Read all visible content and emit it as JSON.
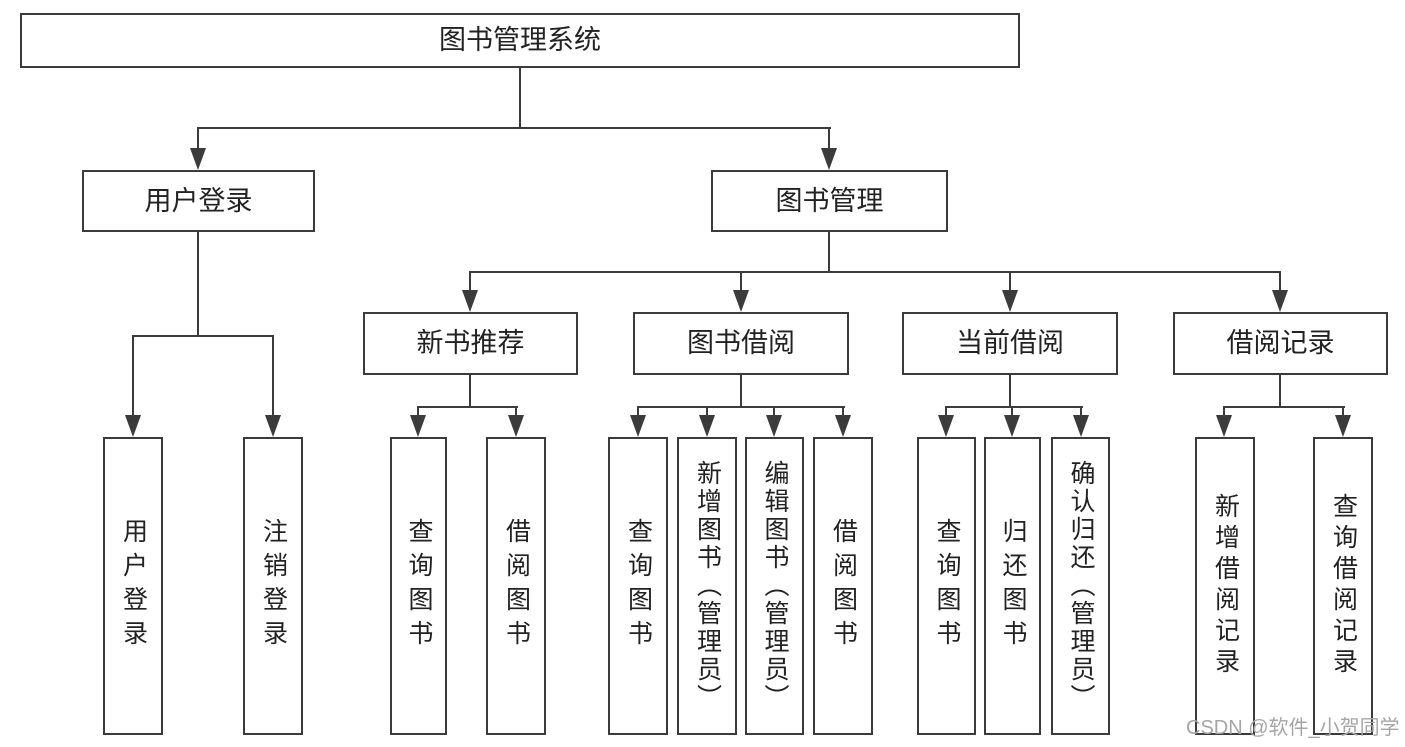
{
  "tree": {
    "root": {
      "label": "图书管理系统",
      "children": [
        {
          "label": "用户登录",
          "children": [
            {
              "label": "用户登录"
            },
            {
              "label": "注销登录"
            }
          ]
        },
        {
          "label": "图书管理",
          "children": [
            {
              "label": "新书推荐",
              "children": [
                {
                  "label": "查询图书"
                },
                {
                  "label": "借阅图书"
                }
              ]
            },
            {
              "label": "图书借阅",
              "children": [
                {
                  "label": "查询图书"
                },
                {
                  "label": "新增图书（管理员）"
                },
                {
                  "label": "编辑图书（管理员）"
                },
                {
                  "label": "借阅图书"
                }
              ]
            },
            {
              "label": "当前借阅",
              "children": [
                {
                  "label": "查询图书"
                },
                {
                  "label": "归还图书"
                },
                {
                  "label": "确认归还（管理员）"
                }
              ]
            },
            {
              "label": "借阅记录",
              "children": [
                {
                  "label": "新增借阅记录"
                },
                {
                  "label": "查询借阅记录"
                }
              ]
            }
          ]
        }
      ]
    }
  },
  "watermark": {
    "text": "CSDN @软件_小贺同学"
  },
  "colors": {
    "line": "#3b3b3b",
    "text": "#222222",
    "box-bg": "#ffffff",
    "watermark": "#a6a6a6"
  }
}
